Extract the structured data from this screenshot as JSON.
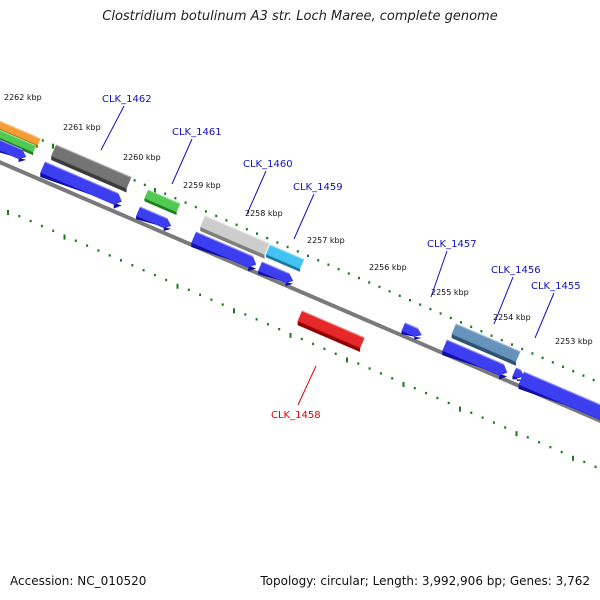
{
  "title": "Clostridium botulinum A3 str. Loch Maree, complete genome",
  "footer": {
    "accession": "Accession: NC_010520",
    "summary": "Topology: circular; Length: 3,992,906 bp; Genes: 3,762"
  },
  "ruler_labels": [
    "2262 kbp",
    "2261 kbp",
    "2260 kbp",
    "2259 kbp",
    "2258 kbp",
    "2257 kbp",
    "2256 kbp",
    "2255 kbp",
    "2254 kbp",
    "2253 kbp"
  ],
  "gene_labels": [
    {
      "text": "CLK_1462",
      "color": "#1010c0"
    },
    {
      "text": "CLK_1461",
      "color": "#1010c0"
    },
    {
      "text": "CLK_1460",
      "color": "#1010c0"
    },
    {
      "text": "CLK_1459",
      "color": "#1010c0"
    },
    {
      "text": "CLK_1457",
      "color": "#1010c0"
    },
    {
      "text": "CLK_1456",
      "color": "#1010c0"
    },
    {
      "text": "CLK_1455",
      "color": "#1010c0"
    },
    {
      "text": "CLK_1458",
      "color": "#e00000"
    }
  ],
  "colors": {
    "backbone": "#7a7a7a",
    "tick": "#1a7a1a",
    "cds": "#1a1aee",
    "orange": "#f08c10",
    "green": "#30c030",
    "dark_gray": "#5a5a5a",
    "light_gray": "#c4c4c4",
    "cyan": "#20b8f0",
    "steel_blue": "#4a7fb0",
    "red": "#e00000"
  }
}
